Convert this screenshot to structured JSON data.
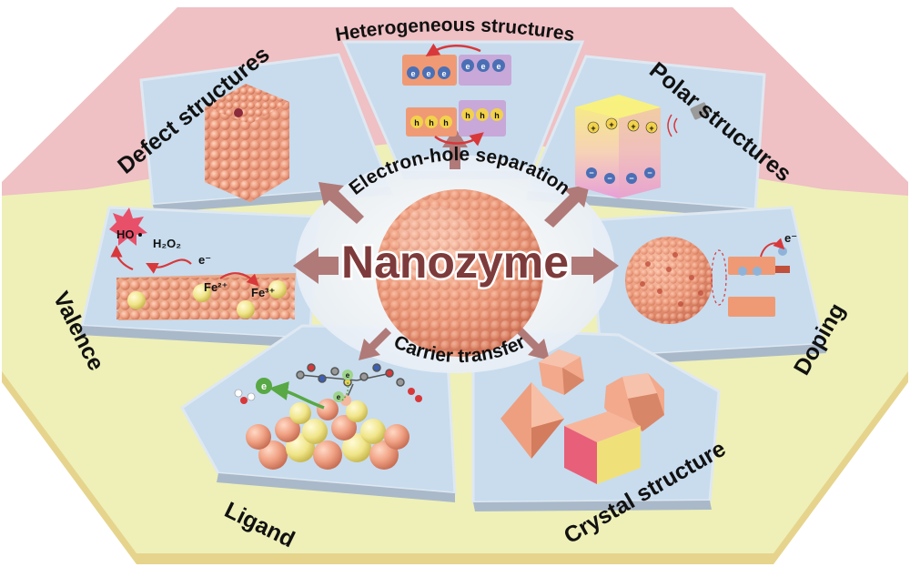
{
  "center": {
    "title": "Nanozyme",
    "arc_top": "Electron-hole separation",
    "arc_bottom": "Carrier transfer"
  },
  "segments": [
    {
      "key": "heterogeneous",
      "label": "Heterogeneous structures",
      "group": "Electron-hole separation"
    },
    {
      "key": "polar",
      "label": "Polar structures",
      "group": "Electron-hole separation"
    },
    {
      "key": "defect",
      "label": "Defect structures",
      "group": "Electron-hole separation"
    },
    {
      "key": "doping",
      "label": "Doping",
      "group": "Carrier transfer"
    },
    {
      "key": "crystal",
      "label": "Crystal structure",
      "group": "Carrier transfer"
    },
    {
      "key": "ligand",
      "label": "Ligand",
      "group": "Carrier transfer"
    },
    {
      "key": "valence",
      "label": "Valence",
      "group": "Carrier transfer"
    }
  ],
  "annotations": {
    "electron": "e",
    "electron_minus": "e⁻",
    "hole": "h",
    "plus": "+",
    "minus": "−",
    "hydroxyl": "HO",
    "h2o2": "H₂O₂",
    "fe2": "Fe²⁺",
    "fe3": "Fe³⁺"
  },
  "colors": {
    "outer_pink": "#efc0c4",
    "outer_yellow": "#eef0b8",
    "panel_blue": "#c8dcee",
    "hub_white": "#f4f6fa",
    "arrow": "#b07a78",
    "title": "#7e3b3b",
    "particle": "#f0a183"
  }
}
